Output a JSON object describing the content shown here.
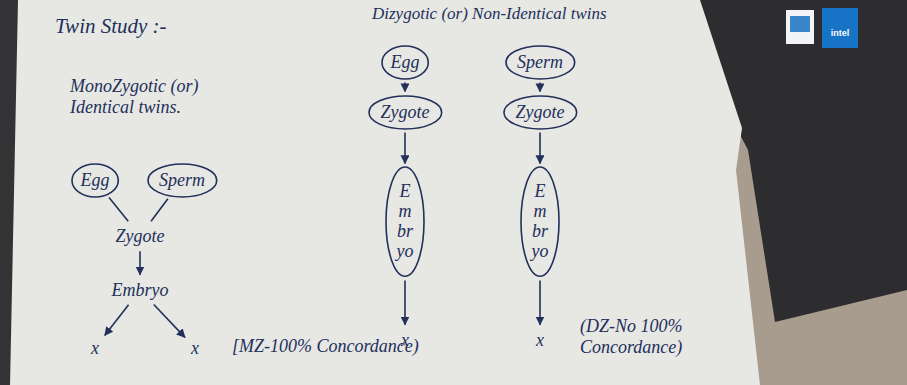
{
  "diagram": {
    "title": "Twin Study :-",
    "nodes": [
      {
        "text": [
          "Egg"
        ]
      },
      {
        "text": [
          "Sperm"
        ]
      },
      {
        "text": [
          "Zygote"
        ]
      },
      {
        "text": [
          "Embryo"
        ]
      },
      {
        "text": [
          "x"
        ]
      },
      {
        "text": [
          "x"
        ]
      },
      {
        "text": [
          "Egg"
        ]
      },
      {
        "text": [
          "Zygote"
        ]
      },
      {
        "text": [
          "Embryo"
        ]
      },
      {
        "text": [
          "x"
        ]
      },
      {
        "text": [
          "Sperm"
        ]
      },
      {
        "text": [
          "Zygote"
        ]
      },
      {
        "text": [
          "Embryo"
        ]
      },
      {
        "text": [
          "x"
        ]
      }
    ],
    "edges": [
      {
        "from": 0,
        "to": 2,
        "arrow": "none"
      },
      {
        "from": 1,
        "to": 2,
        "arrow": "none"
      },
      {
        "from": 2,
        "to": 3,
        "arrow": "to"
      },
      {
        "from": 3,
        "to": 4,
        "arrow": "to"
      },
      {
        "from": 3,
        "to": 5,
        "arrow": "to"
      },
      {
        "from": 6,
        "to": 7,
        "arrow": "to"
      },
      {
        "from": 7,
        "to": 8,
        "arrow": "to"
      },
      {
        "from": 8,
        "to": 9,
        "arrow": "to"
      },
      {
        "from": 10,
        "to": 11,
        "arrow": "to"
      },
      {
        "from": 11,
        "to": 12,
        "arrow": "to"
      },
      {
        "from": 12,
        "to": 13,
        "arrow": "to"
      }
    ],
    "labels": [
      "MonoZygotic (or) Identical twins.",
      "[MZ-100% Concordance)",
      "Dizygotic (or) Non-Identical twins",
      "(DZ-No 100% Concordance)",
      "intel"
    ]
  }
}
